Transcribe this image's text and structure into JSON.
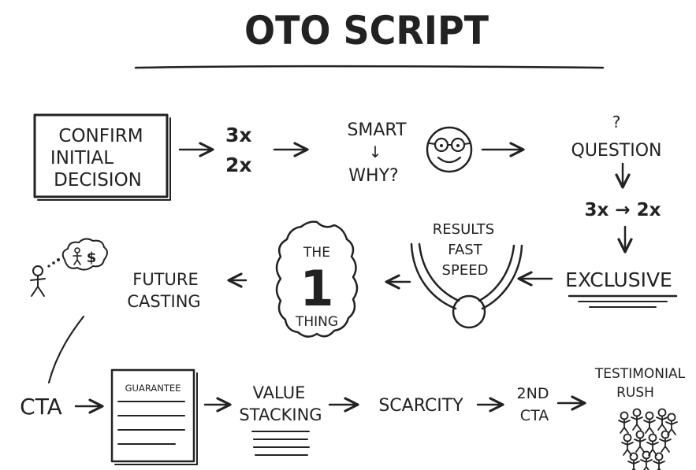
{
  "title": "OTO SCRIPT",
  "nodes": {
    "confirm": [
      "CONFIRM",
      "INITIAL",
      "DECISION"
    ],
    "three_x": "3x",
    "two_x": "2x",
    "smart": "SMART",
    "smart_arrow": "↓",
    "why": "WHY?",
    "question_mark": "?",
    "question": "QUESTION",
    "three_to_two": "3x → 2x",
    "exclusive": "EXCLUSIVE",
    "results": [
      "RESULTS",
      "FAST",
      "SPEED"
    ],
    "the_one_thing": [
      "THE",
      "1",
      "THING"
    ],
    "future_casting": [
      "FUTURE",
      "CASTING"
    ],
    "thought_dollar": "$",
    "cta": "CTA",
    "guarantee": "GUARANTEE",
    "value_stacking": [
      "VALUE",
      "STACKING"
    ],
    "scarcity": "SCARCITY",
    "second_cta": [
      "2ND",
      "CTA"
    ],
    "testimonial_rush": [
      "TESTIMONIAL",
      "RUSH"
    ]
  },
  "icons": {
    "smiley": "smiley-face-icon",
    "stick_figure": "stick-figure-icon",
    "thought_bubble": "thought-bubble-icon",
    "magnet": "magnet-icon",
    "document": "guarantee-document-icon",
    "crowd": "crowd-icon"
  },
  "colors": {
    "ink": "#222222",
    "background": "#ffffff"
  }
}
